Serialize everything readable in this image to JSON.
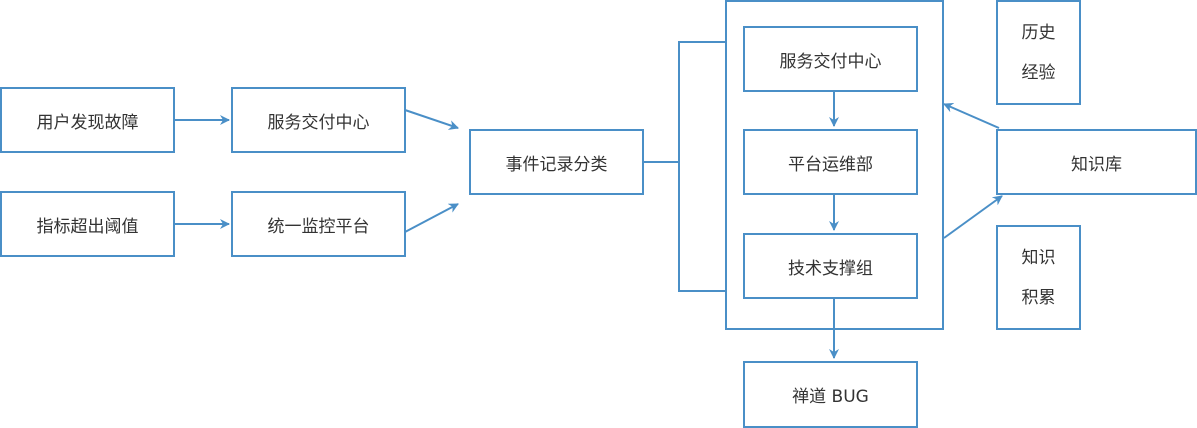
{
  "colors": {
    "line": "#4a8fc7",
    "text": "#333333"
  },
  "nodes": {
    "user_found": "用户发现故障",
    "threshold": "指标超出阈值",
    "service_center_1": "服务交付中心",
    "monitor_platform": "统一监控平台",
    "event_record": "事件记录分类",
    "service_center_2": "服务交付中心",
    "platform_ops": "平台运维部",
    "tech_support": "技术支撑组",
    "zentao_bug": "禅道 BUG",
    "knowledge_base": "知识库",
    "history_1": "历史",
    "history_2": "经验",
    "accum_1": "知识",
    "accum_2": "积累"
  }
}
